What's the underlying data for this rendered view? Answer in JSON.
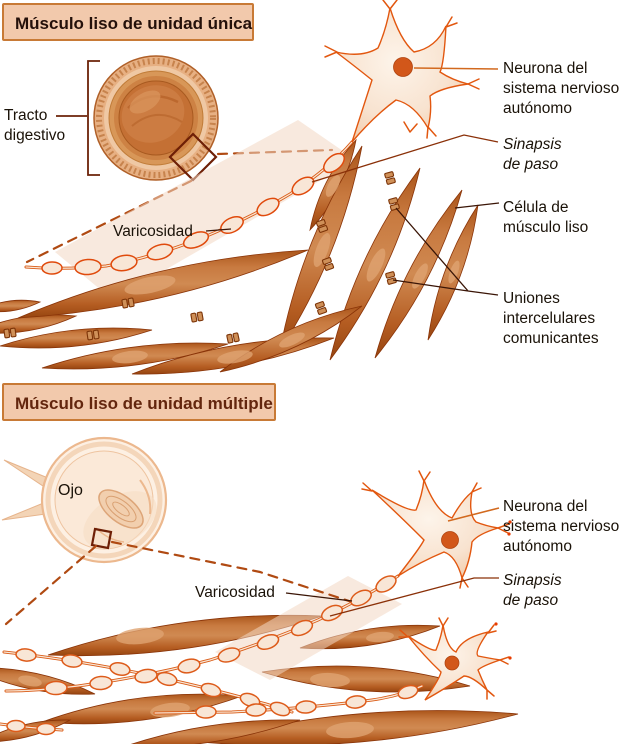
{
  "top": {
    "title": "Músculo liso de unidad única",
    "labels": {
      "tract": [
        "Tracto",
        "digestivo"
      ],
      "varicosity": "Varicosidad",
      "neuron": [
        "Neurona del",
        "sistema nervioso",
        "autónomo"
      ],
      "synapse": [
        "Sinapsis",
        "de paso"
      ],
      "muscle_cell": [
        "Célula de",
        "músculo liso"
      ],
      "gap_junctions": [
        "Uniones",
        "intercelulares",
        "comunicantes"
      ]
    }
  },
  "bottom": {
    "title": "Músculo liso de unidad múltiple",
    "labels": {
      "eye": "Ojo",
      "varicosity": "Varicosidad",
      "neuron": [
        "Neurona del",
        "sistema nervioso",
        "autónomo"
      ],
      "synapse": [
        "Sinapsis",
        "de paso"
      ]
    }
  },
  "colors": {
    "title_box_bg": "#f2c9ac",
    "title_box_border": "#c87a36",
    "title_text_1": "#24100a",
    "title_text_2": "#63260e",
    "label_ink": "#1a1208",
    "leader_dark": "#3a1506",
    "leader_orange": "#d2691e",
    "neuron_stroke": "#e2570f",
    "muscle_mid": "#c87a40",
    "pale_band": "#f2d7c2"
  }
}
